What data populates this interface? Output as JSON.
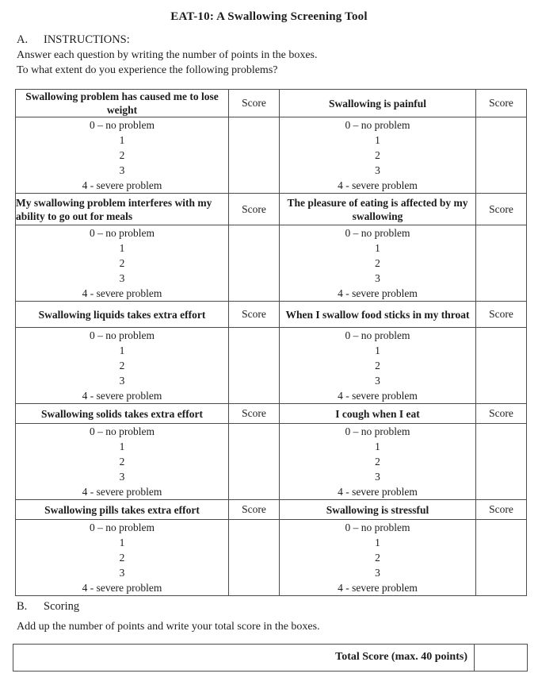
{
  "title": "EAT-10: A Swallowing Screening Tool",
  "labels": {
    "score": "Score"
  },
  "section_a": {
    "label": "A.",
    "heading": "INSTRUCTIONS:",
    "line1": "Answer each question by writing the number of points in the boxes.",
    "line2": "To what extent do you experience the following problems?"
  },
  "options": [
    "0 – no problem",
    "1",
    "2",
    "3",
    "4 - severe problem"
  ],
  "questions": [
    {
      "left": "Swallowing problem has caused me to lose weight",
      "right": "Swallowing is painful"
    },
    {
      "left": "My swallowing problem interferes with my ability to go out for meals",
      "right": "The pleasure of eating is affected by my swallowing"
    },
    {
      "left": "Swallowing liquids takes extra effort",
      "right": "When I swallow food sticks in my throat"
    },
    {
      "left": "Swallowing solids takes extra effort",
      "right": "I cough when I eat"
    },
    {
      "left": "Swallowing pills takes extra effort",
      "right": "Swallowing is stressful"
    }
  ],
  "score_values": {
    "q1": "",
    "q2": "",
    "q3": "",
    "q4": "",
    "q5": "",
    "q6": "",
    "q7": "",
    "q8": "",
    "q9": "",
    "q10": "",
    "total": ""
  },
  "section_b": {
    "label": "B.",
    "heading": "Scoring",
    "line1": "Add up the number of points and write your total score in the boxes."
  },
  "total": {
    "label": "Total Score (max. 40 points)"
  }
}
